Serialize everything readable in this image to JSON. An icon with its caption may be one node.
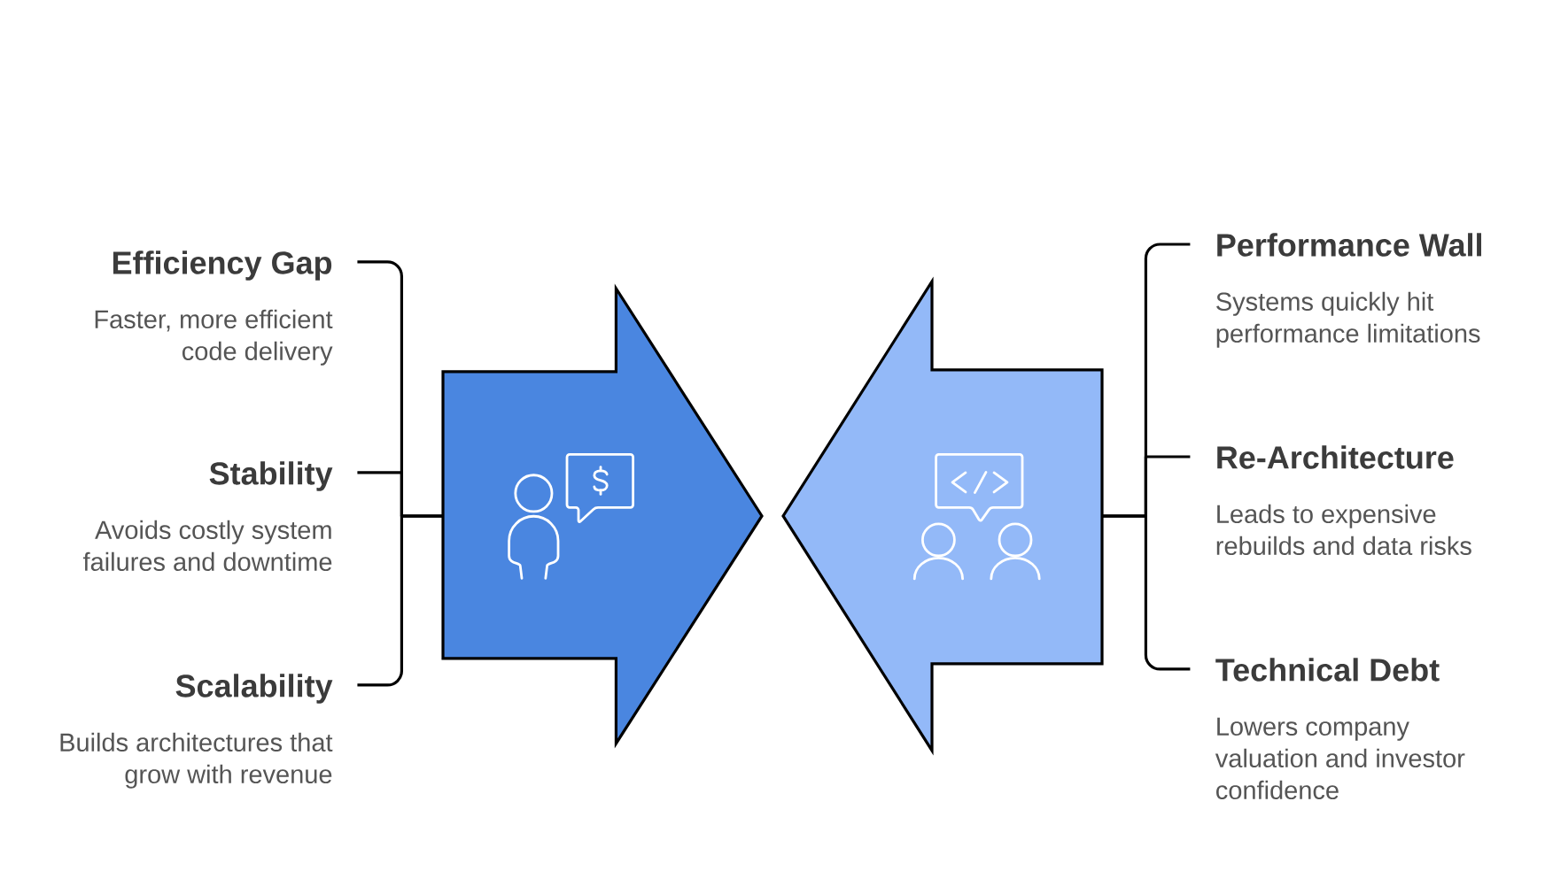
{
  "diagram": {
    "nodes": [
      {
        "text": [
          "Efficiency Gap",
          "Faster, more efficient code delivery"
        ]
      },
      {
        "text": [
          "Stability",
          "Avoids costly system failures and downtime"
        ]
      },
      {
        "text": [
          "Scalability",
          "Builds architectures that grow with revenue"
        ]
      },
      {
        "text": [],
        "shape": "arrow"
      },
      {
        "text": [],
        "shape": "arrow"
      },
      {
        "text": [
          "Performance Wall",
          "Systems quickly hit performance limitations"
        ]
      },
      {
        "text": [
          "Re-Architecture",
          "Leads to expensive rebuilds and data risks"
        ]
      },
      {
        "text": [
          "Technical Debt",
          "Lowers company valuation and investor confidence"
        ]
      }
    ],
    "edges": [
      {
        "from": 0,
        "to": 3,
        "arrow": "none"
      },
      {
        "from": 1,
        "to": 3,
        "arrow": "none"
      },
      {
        "from": 2,
        "to": 3,
        "arrow": "none"
      },
      {
        "from": 5,
        "to": 4,
        "arrow": "none"
      },
      {
        "from": 6,
        "to": 4,
        "arrow": "none"
      },
      {
        "from": 7,
        "to": 4,
        "arrow": "none"
      }
    ]
  }
}
